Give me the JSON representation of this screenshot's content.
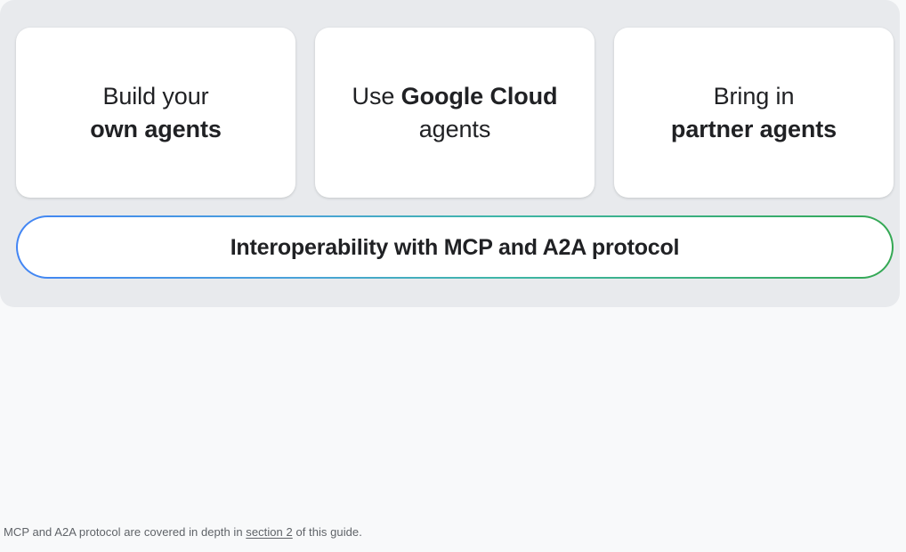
{
  "panel": {
    "background_color": "#e8eaed",
    "page_background_color": "#f8f9fa",
    "cards": [
      {
        "name": "build-your-own-agents",
        "line1_regular": "Build your",
        "line2_bold": "own agents"
      },
      {
        "name": "use-google-cloud-agents",
        "line1_regular": "Use ",
        "line1_bold": "Google Cloud",
        "line2_regular": "agents"
      },
      {
        "name": "bring-in-partner-agents",
        "line1_regular": "Bring in",
        "line2_bold": "partner agents"
      }
    ],
    "pill": {
      "label": "Interoperability with MCP and A2A protocol",
      "gradient_start_color": "#4285f4",
      "gradient_mid_color": "#3fb6a8",
      "gradient_end_color": "#34a853"
    }
  },
  "caption": {
    "prefix": "MCP and A2A protocol are covered in depth in ",
    "link_text": "section 2",
    "suffix": " of this guide.",
    "text_color": "#5f6368"
  }
}
